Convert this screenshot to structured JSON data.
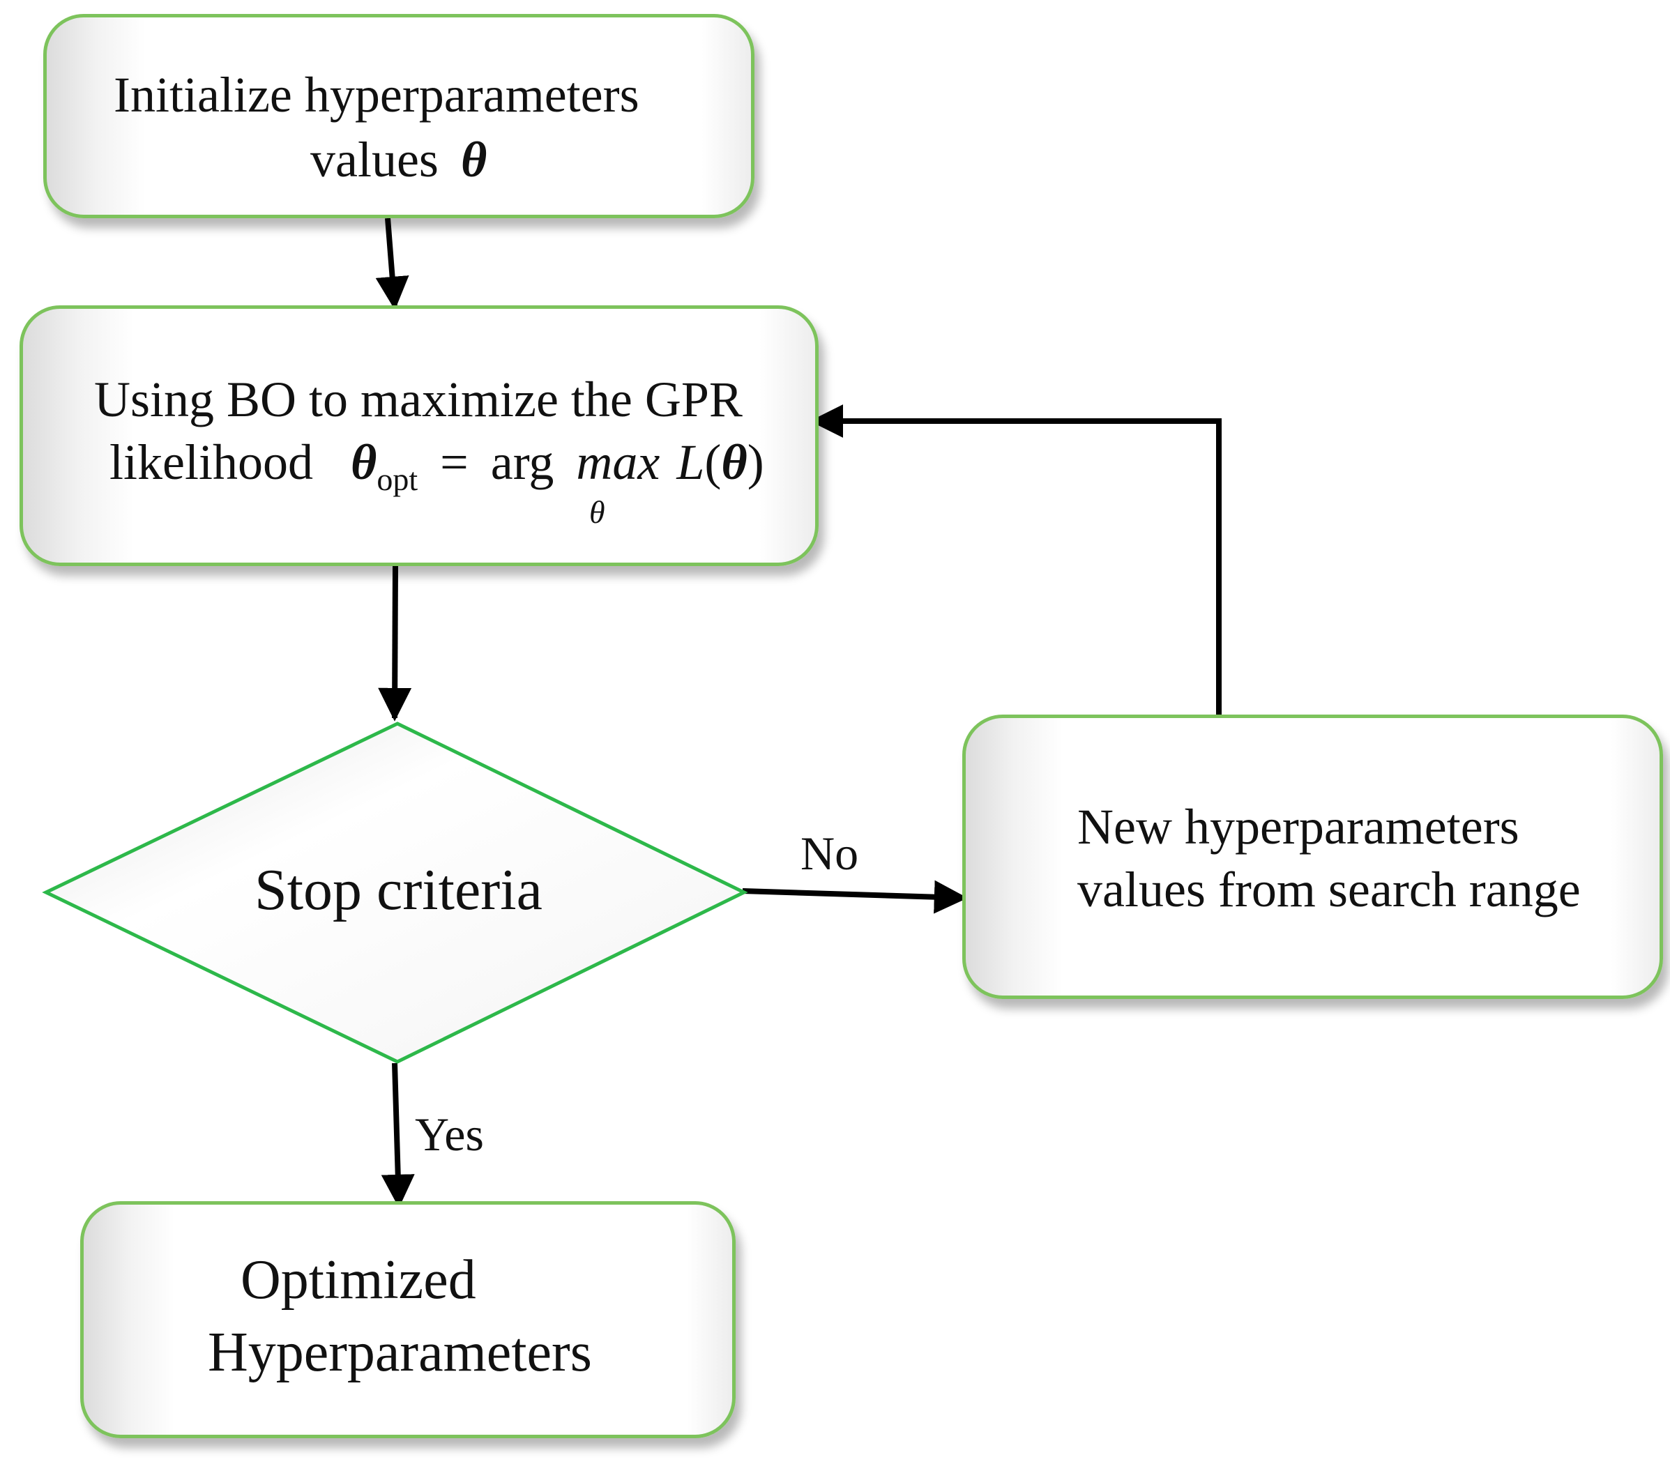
{
  "nodes": {
    "init": {
      "line1": "Initialize hyperparameters",
      "line2": "values",
      "symbol": "θ"
    },
    "bo": {
      "line1": "Using BO to maximize the GPR",
      "line2": "likelihood",
      "theta": "θ",
      "theta_sub": "opt",
      "equals": "=",
      "arg": "arg",
      "max": "max",
      "L": "L",
      "paren_open": "(",
      "paren_close": ")",
      "under": "θ"
    },
    "stop": {
      "label": "Stop criteria"
    },
    "newvals": {
      "line1": "New hyperparameters",
      "line2": "values from search range"
    },
    "result": {
      "line1": "Optimized",
      "line2": "Hyperparameters"
    }
  },
  "edges": {
    "no_label": "No",
    "yes_label": "Yes"
  },
  "colors": {
    "border": "#7dc35c",
    "diamond_border": "#2db84a",
    "arrow": "#000000"
  }
}
